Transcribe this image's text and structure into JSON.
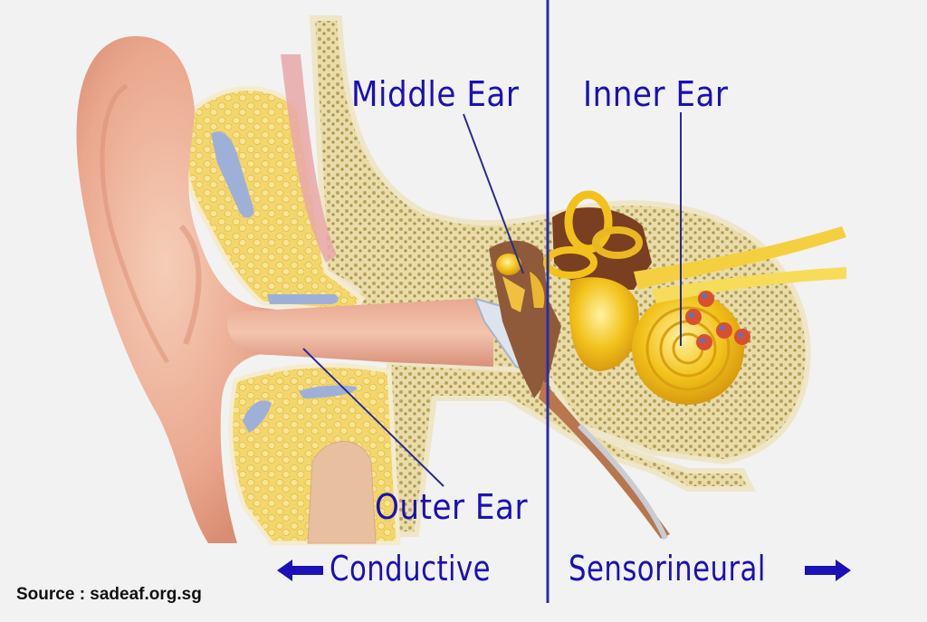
{
  "diagram": {
    "subject": "Human ear anatomy cross-section",
    "labels": {
      "middle_ear": "Middle Ear",
      "inner_ear": "Inner Ear",
      "outer_ear": "Outer Ear"
    },
    "regions": {
      "left": {
        "label": "Conductive",
        "arrow": "left-arrow"
      },
      "right": {
        "label": "Sensorineural",
        "arrow": "right-arrow"
      }
    },
    "source": "Source : sadeaf.org.sg",
    "colors": {
      "label_blue": "#1a10b8",
      "divider_blue": "#2a2aa8",
      "skin": "#f0b8a0",
      "bone": "#e8d9a8",
      "cartilage_yellow": "#f4d86a",
      "inner_ear_gold": "#f2c21a",
      "background": "#f2f2f2"
    }
  }
}
